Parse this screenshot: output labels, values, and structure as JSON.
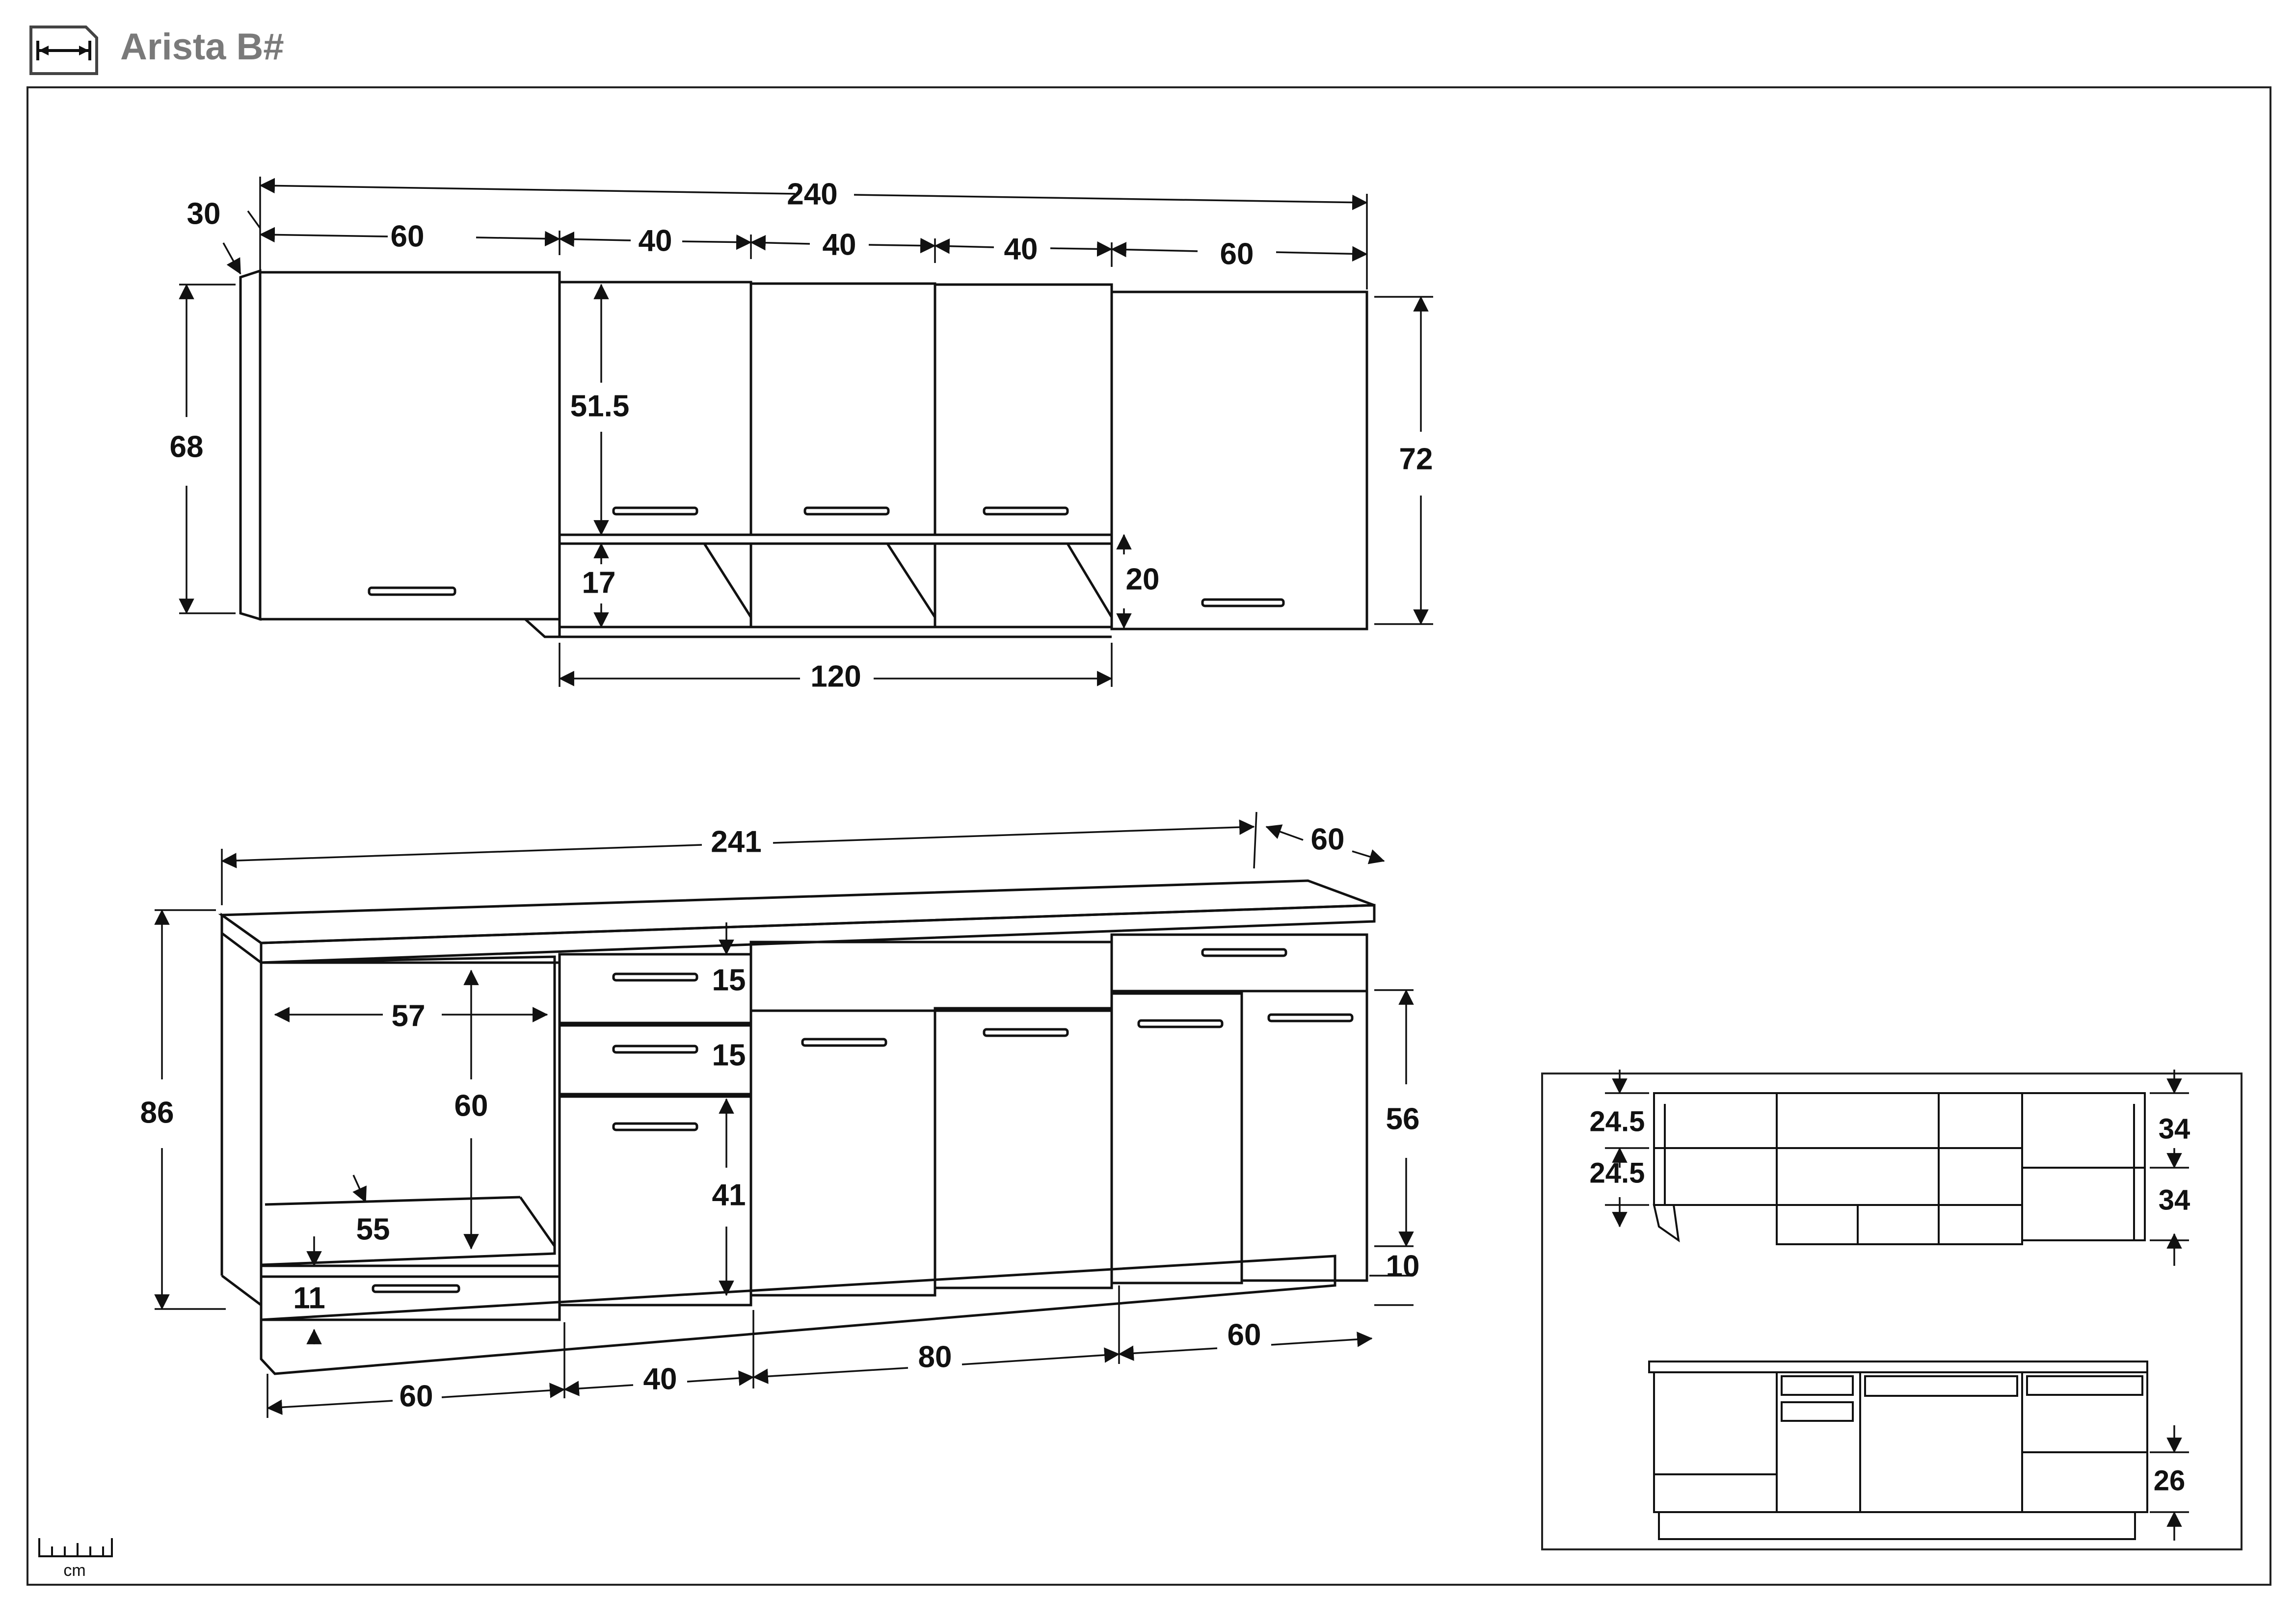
{
  "header": {
    "title": "Arista B#",
    "icon": "width-dimension-icon"
  },
  "upper_cabinets": {
    "overall_width": "240",
    "depth": "30",
    "left_height": "68",
    "right_height": "72",
    "module_widths": [
      "60",
      "40",
      "40",
      "40",
      "60"
    ],
    "door_height": "51.5",
    "shelf_height": "17",
    "shelf_tall": "20",
    "shelf_width": "120"
  },
  "lower_cabinets": {
    "overall_width": "241",
    "depth": "60",
    "height": "86",
    "oven_niche_width": "57",
    "oven_niche_height": "60",
    "oven_shelf_depth": "55",
    "drawer_height": "11",
    "drawer_1": "15",
    "drawer_2": "15",
    "drawer_3": "41",
    "door_height": "56",
    "plinth": "10",
    "bottom_widths": [
      "60",
      "40",
      "80",
      "60"
    ]
  },
  "inset": {
    "upper_shelf_left_1": "24.5",
    "upper_shelf_left_2": "24.5",
    "upper_shelf_right_1": "34",
    "upper_shelf_right_2": "34",
    "lower_shelf": "26"
  },
  "scale": {
    "unit": "cm"
  },
  "colors": {
    "line": "#111111",
    "title": "#7a7a7a"
  }
}
